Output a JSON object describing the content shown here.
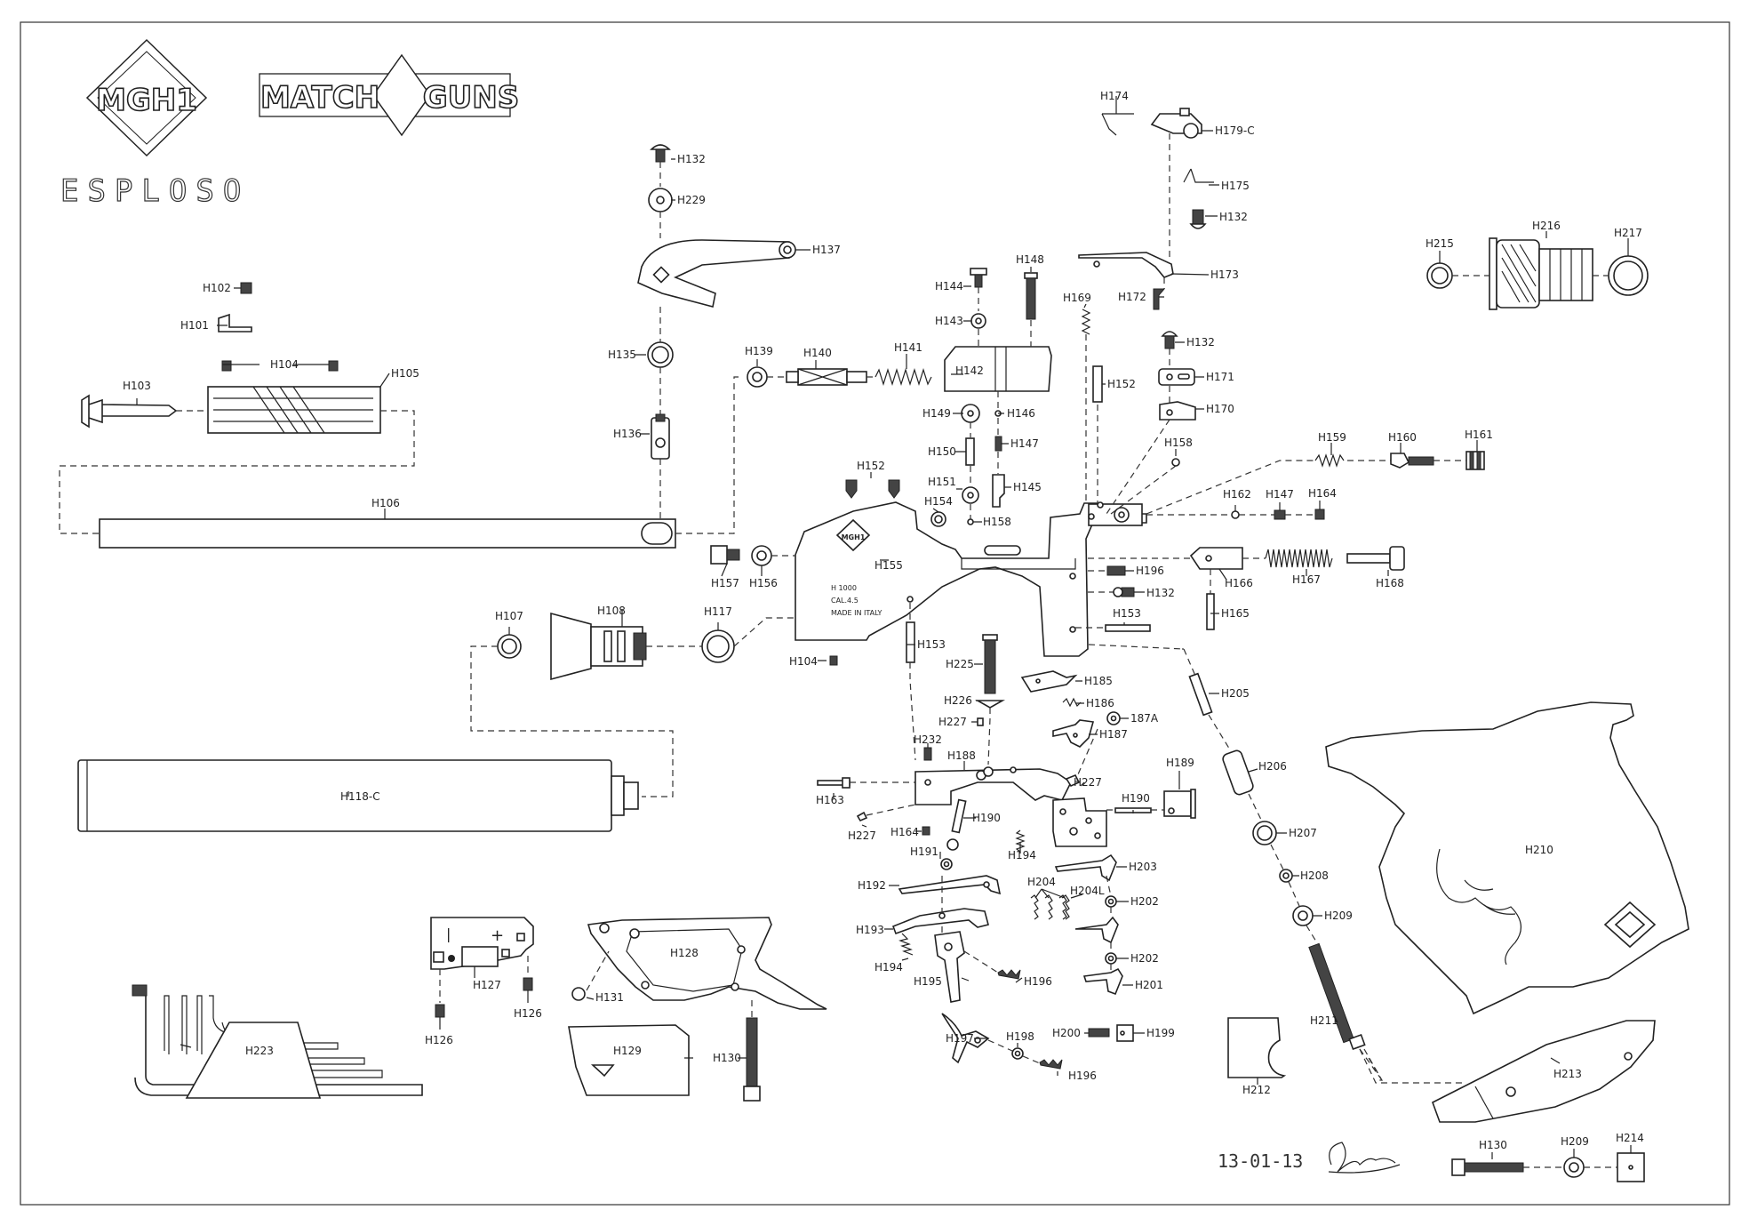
{
  "sheet": {
    "title": "ESPLOSO",
    "logos": {
      "mg1": "MGH1",
      "match": "MATCH",
      "guns": "GUNS"
    },
    "date": "13-01-13",
    "frame_engraving": {
      "model": "H 1000",
      "caliber": "CAL.4.5",
      "origin": "MADE IN ITALY",
      "badge": "MGH1"
    }
  },
  "labels": {
    "H101": "H101",
    "H102": "H102",
    "H103": "H103",
    "H104a": "H104",
    "H104b": "H104",
    "H105": "H105",
    "H106": "H106",
    "H107": "H107",
    "H108": "H108",
    "H117": "H117",
    "H118C": "H118-C",
    "H126a": "H126",
    "H126b": "H126",
    "H127": "H127",
    "H128": "H128",
    "H129": "H129",
    "H130a": "H130",
    "H130b": "H130",
    "H131": "H131",
    "H132a": "H132",
    "H132b": "H132",
    "H132c": "H132",
    "H132d": "H132",
    "H135": "H135",
    "H136": "H136",
    "H137": "H137",
    "H139": "H139",
    "H140": "H140",
    "H141": "H141",
    "H142": "H142",
    "H143": "H143",
    "H144": "H144",
    "H145": "H145",
    "H146": "H146",
    "H147a": "H147",
    "H147b": "H147",
    "H148": "H148",
    "H149": "H149",
    "H150": "H150",
    "H151": "H151",
    "H152a": "H152",
    "H152b": "H152",
    "H153a": "H153",
    "H153b": "H153",
    "H154": "H154",
    "H155": "H155",
    "H156": "H156",
    "H157": "H157",
    "H158a": "H158",
    "H158b": "H158",
    "H159": "H159",
    "H160": "H160",
    "H161": "H161",
    "H162": "H162",
    "H163": "H163",
    "H164a": "H164",
    "H164b": "H164",
    "H165": "H165",
    "H166": "H166",
    "H167": "H167",
    "H168": "H168",
    "H169": "H169",
    "H170": "H170",
    "H171": "H171",
    "H172": "H172",
    "H173": "H173",
    "H174": "H174",
    "H175": "H175",
    "H179C": "H179-C",
    "H185": "H185",
    "H186": "H186",
    "H187A": "187A",
    "H187": "H187",
    "H188": "H188",
    "H189": "H189",
    "H190a": "H190",
    "H190b": "H190",
    "H191": "H191",
    "H192": "H192",
    "H193": "H193",
    "H194a": "H194",
    "H194b": "H194",
    "H195": "H195",
    "H196a": "H196",
    "H196b": "H196",
    "H196c": "H196",
    "H197": "H197",
    "H198": "H198",
    "H199": "H199",
    "H200": "H200",
    "H201": "H201",
    "H202a": "H202",
    "H202b": "H202",
    "H203": "H203",
    "H204": "H204",
    "H204L": "H204L",
    "H205": "H205",
    "H206": "H206",
    "H207": "H207",
    "H208": "H208",
    "H209a": "H209",
    "H209b": "H209",
    "H210": "H210",
    "H211": "H211",
    "H212": "H212",
    "H213": "H213",
    "H214": "H214",
    "H215": "H215",
    "H216": "H216",
    "H217": "H217",
    "H223": "H223",
    "H225": "H225",
    "H226": "H226",
    "H227a": "H227",
    "H227b": "H227",
    "H227c": "H227",
    "H229": "H229",
    "H232": "H232"
  }
}
